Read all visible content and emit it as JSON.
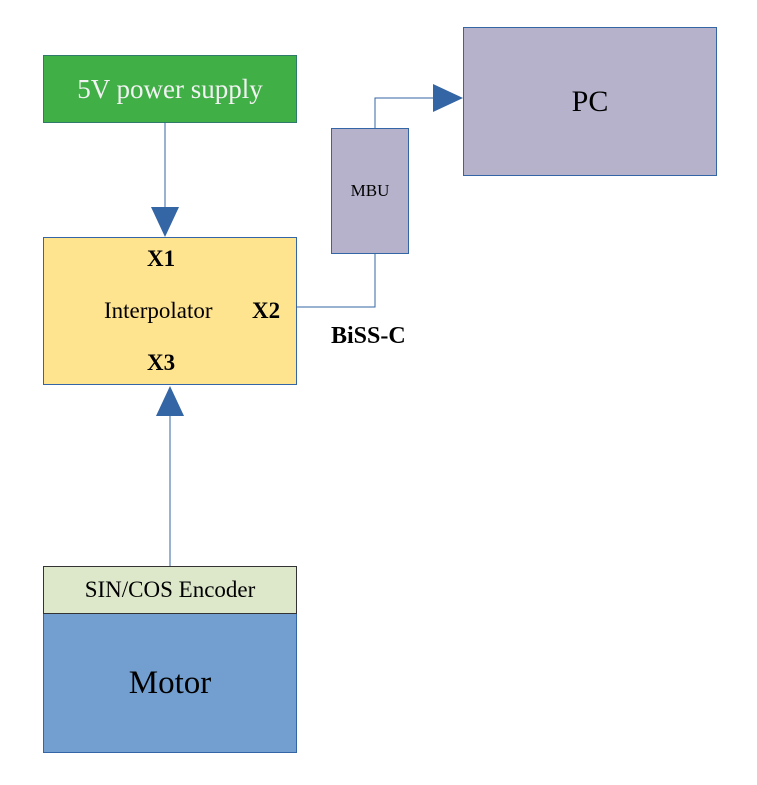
{
  "blocks": {
    "power_supply": "5V power supply",
    "pc": "PC",
    "mbu": "MBU",
    "interpolator": "Interpolator",
    "encoder": "SIN/COS Encoder",
    "motor": "Motor"
  },
  "ports": {
    "x1": "X1",
    "x2": "X2",
    "x3": "X3"
  },
  "protocol_label": "BiSS-C",
  "colors": {
    "power_supply": "#3faf46",
    "pc": "#b6b2cc",
    "mbu": "#b6b2cc",
    "interpolator": "#ffe48f",
    "encoder": "#dde8cb",
    "motor": "#729fcf",
    "connector": "#3465a4"
  }
}
